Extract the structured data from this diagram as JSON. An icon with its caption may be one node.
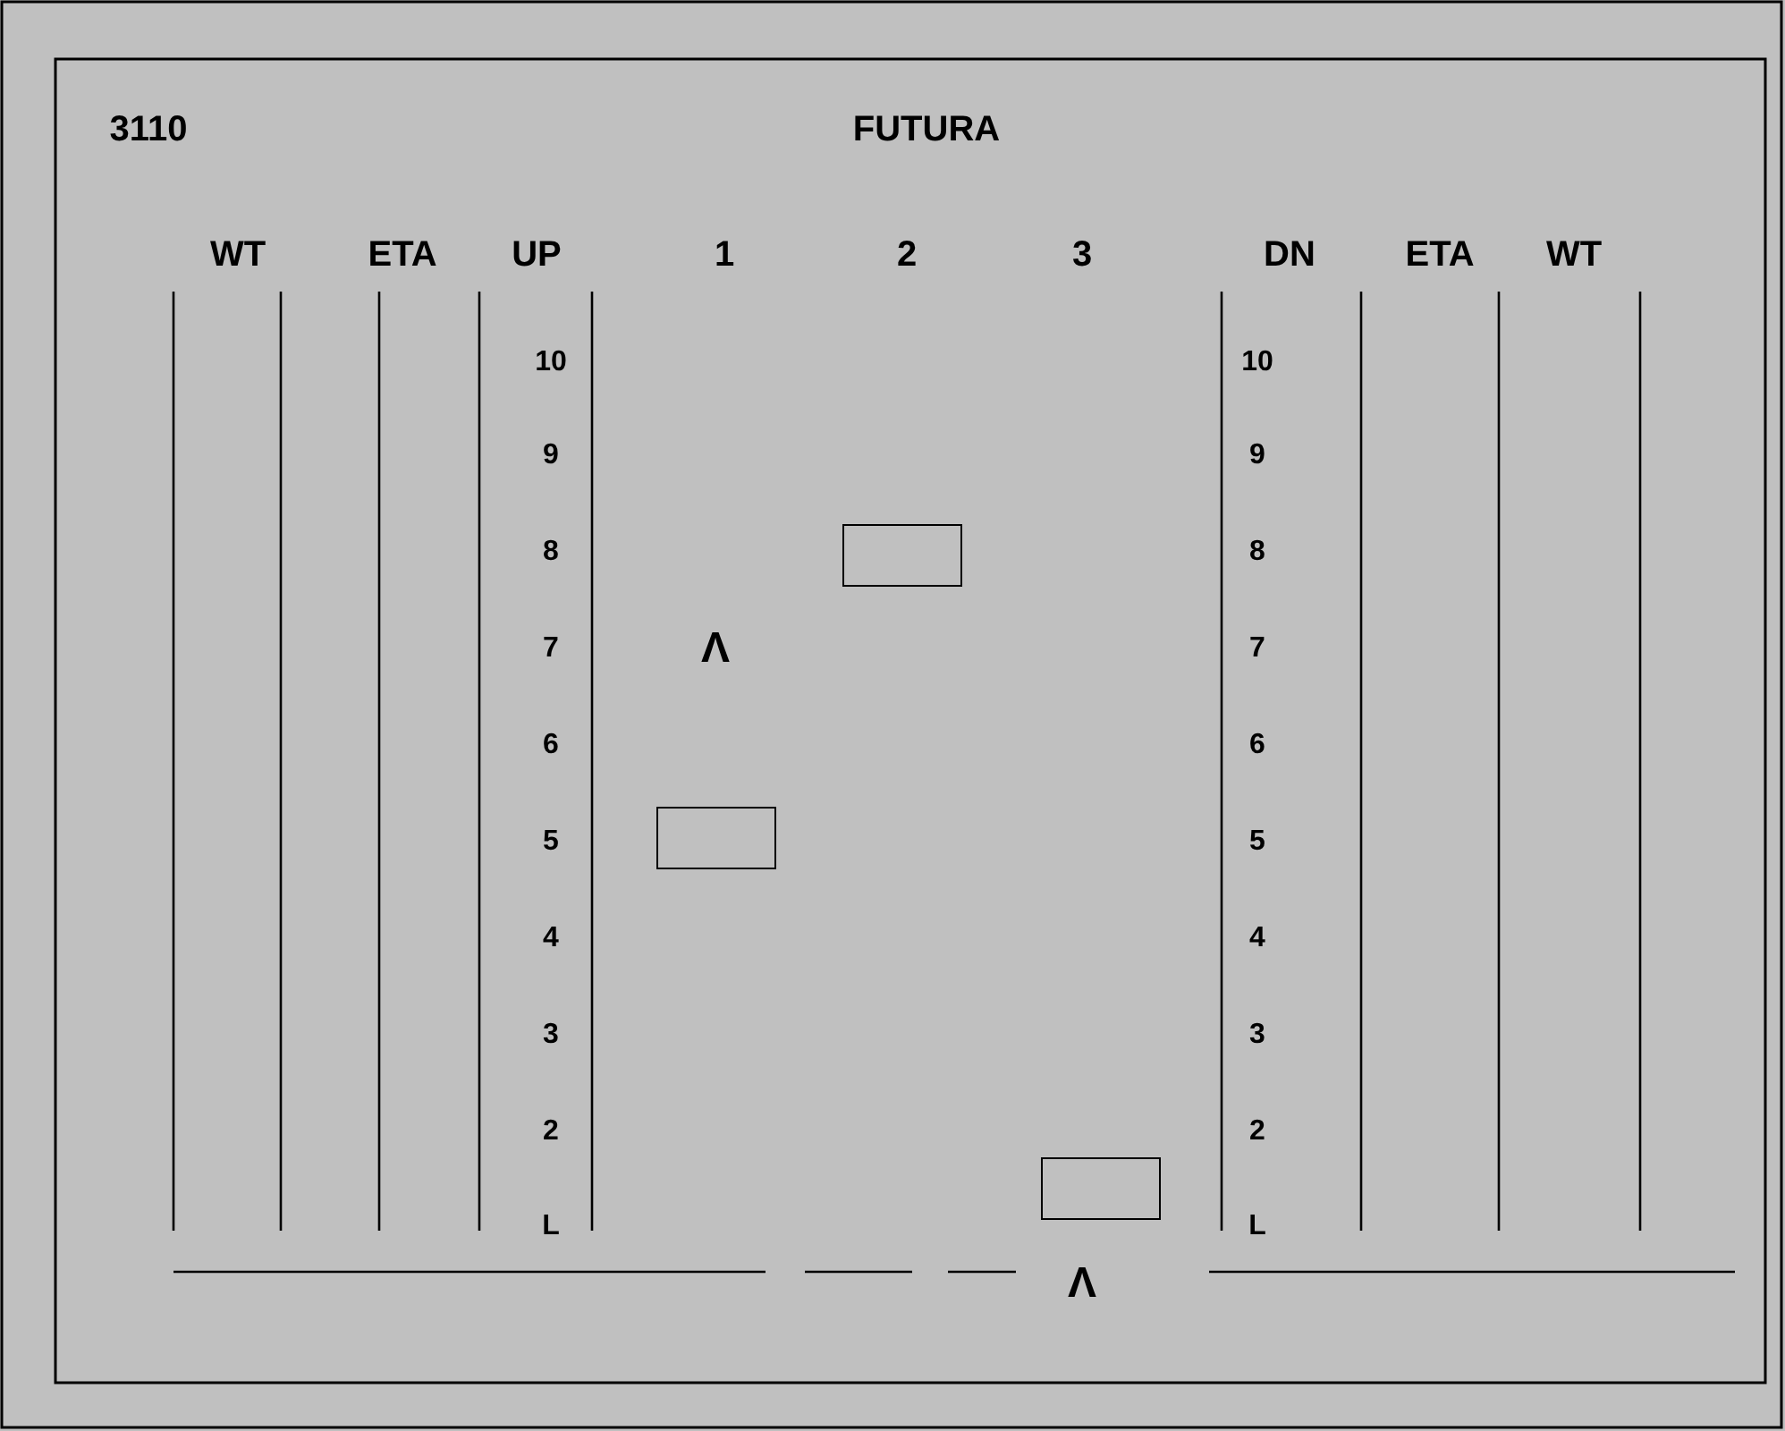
{
  "diagram": {
    "title": "FUTURA",
    "nodes": [
      {
        "text": [],
        "shape": "box"
      },
      {
        "text": [],
        "shape": "box"
      },
      {
        "text": [],
        "shape": "box"
      }
    ],
    "labels": [
      "3110",
      "WT",
      "ETA",
      "UP",
      "1",
      "2",
      "3",
      "DN",
      "ETA",
      "WT",
      "10",
      "10",
      "9",
      "9",
      "8",
      "8",
      "Λ",
      "7",
      "7",
      "6",
      "6",
      "5",
      "5",
      "4",
      "4",
      "3",
      "3",
      "2",
      "2",
      "L",
      "L",
      "Λ"
    ]
  }
}
